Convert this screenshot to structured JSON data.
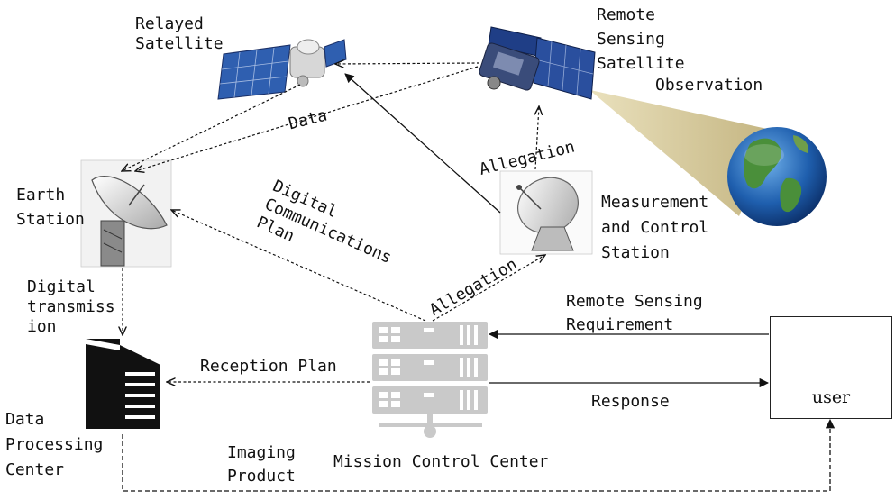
{
  "nodes": {
    "relayed_satellite": [
      "Relayed",
      "Satellite"
    ],
    "remote_sensing_satellite": [
      "Remote",
      "Sensing",
      "Satellite"
    ],
    "observation": "Observation",
    "earth_station": [
      "Earth",
      "Station"
    ],
    "measurement_station": [
      "Measurement",
      "and Control",
      "Station"
    ],
    "mission_control": "Mission Control Center",
    "data_processing": [
      "Data",
      "Processing",
      "Center"
    ],
    "user": "user"
  },
  "edges": {
    "data": "Data",
    "allegation_upper": "Allegation",
    "allegation_lower": "Allegation",
    "digital_comm_plan": [
      "Digital",
      "Communications",
      "Plan"
    ],
    "digital_transmission": [
      "Digital",
      "transmiss",
      "ion"
    ],
    "reception_plan": "Reception Plan",
    "remote_sensing_requirement": [
      "Remote Sensing",
      "Requirement"
    ],
    "response": "Response",
    "imaging_product": [
      "Imaging",
      "Product"
    ]
  },
  "colors": {
    "ink": "#111111",
    "server_gray": "#c9c9c9",
    "solar_panel": "#2f5fb0",
    "beam": "#d9cda0",
    "ocean": "#1f5fae",
    "land": "#4a8f3a"
  }
}
